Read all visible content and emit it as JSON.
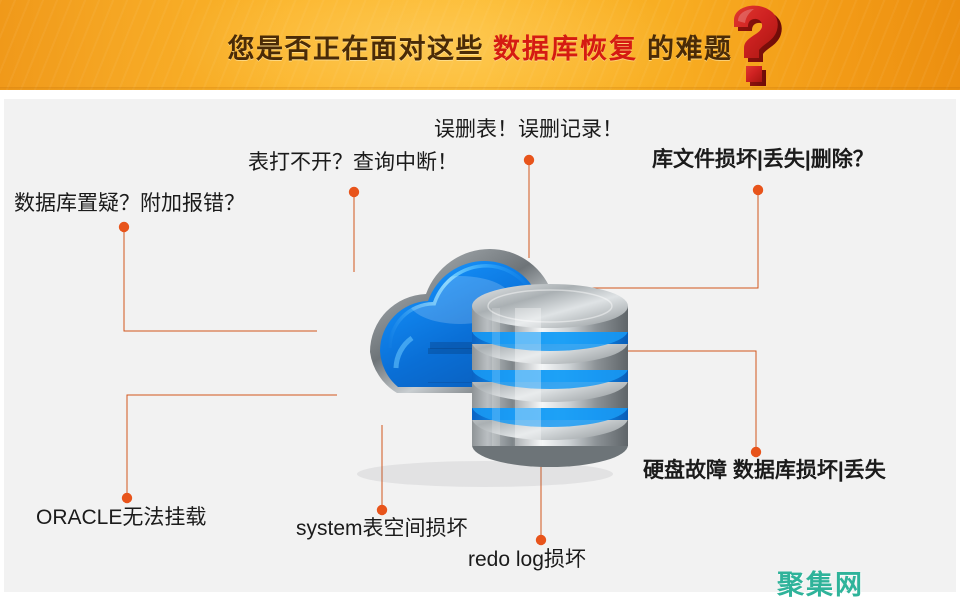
{
  "banner": {
    "headline_pre": "您是否正在面对这些",
    "headline_highlight": "数据库恢复",
    "headline_post": "的难题",
    "question_mark_icon": "question-mark-icon",
    "bg_color": "#fbb429",
    "highlight_color": "#d51b12"
  },
  "graphic": {
    "name": "cloud-database-illustration",
    "cloud_color": "#0b72d8",
    "cylinder_color": "#b9bcbe"
  },
  "callouts": [
    {
      "id": "db-suspect",
      "text": "数据库置疑？附加报错？",
      "dot_color": "#e8541b"
    },
    {
      "id": "table-unopen",
      "text": "表打不开？查询中断！",
      "dot_color": "#e8541b"
    },
    {
      "id": "wrong-delete",
      "text": "误删表！误删记录！",
      "dot_color": "#e8541b"
    },
    {
      "id": "file-damage",
      "text": "库文件损坏|丢失|删除？",
      "dot_color": "#e8541b"
    },
    {
      "id": "oracle-mount",
      "text": "ORACLE无法挂载",
      "dot_color": "#e8541b"
    },
    {
      "id": "system-tbs",
      "text": "system表空间损坏",
      "dot_color": "#e8541b"
    },
    {
      "id": "redo-log",
      "text": "redo log损坏",
      "dot_color": "#e8541b"
    },
    {
      "id": "disk-failure",
      "text": "硬盘故障 数据库损坏|丢失",
      "dot_color": "#e8541b"
    }
  ],
  "watermark": {
    "text": "聚集网",
    "color": "#2fb39a"
  }
}
